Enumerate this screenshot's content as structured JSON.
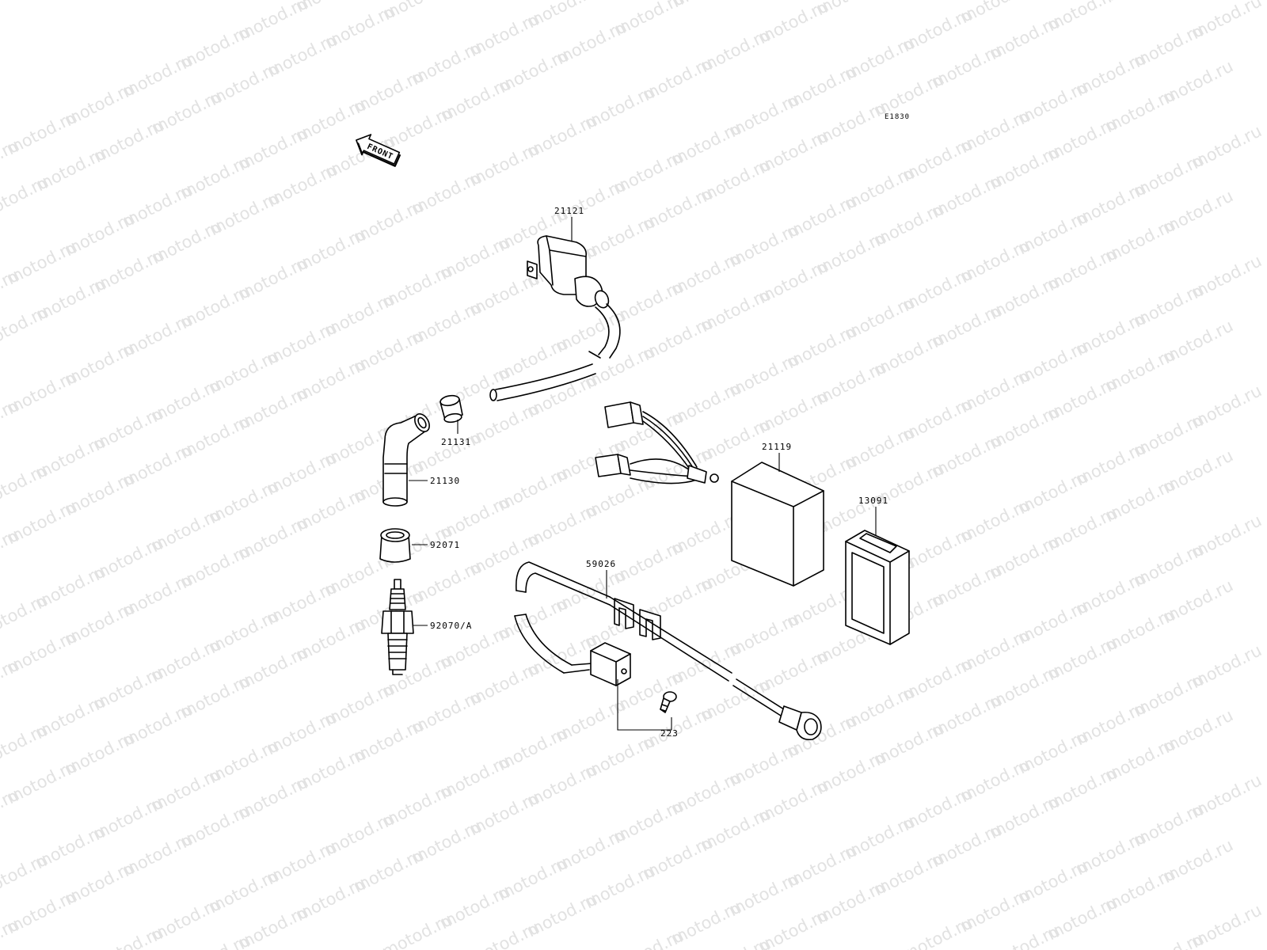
{
  "diagram": {
    "code": "E1830",
    "front_arrow_label": "FRONT",
    "watermark_text": "motod.ru",
    "parts": {
      "ignition_coil": "21121",
      "cap_holder": "21131",
      "plug_cap": "21130",
      "seal": "92071",
      "spark_plug": "92070/A",
      "igniter": "21119",
      "regulator": "13091",
      "pickup_coil": "59026",
      "screw": "223"
    }
  },
  "colors": {
    "line": "#000000",
    "watermark": "#e2e2e2",
    "background": "#ffffff"
  }
}
